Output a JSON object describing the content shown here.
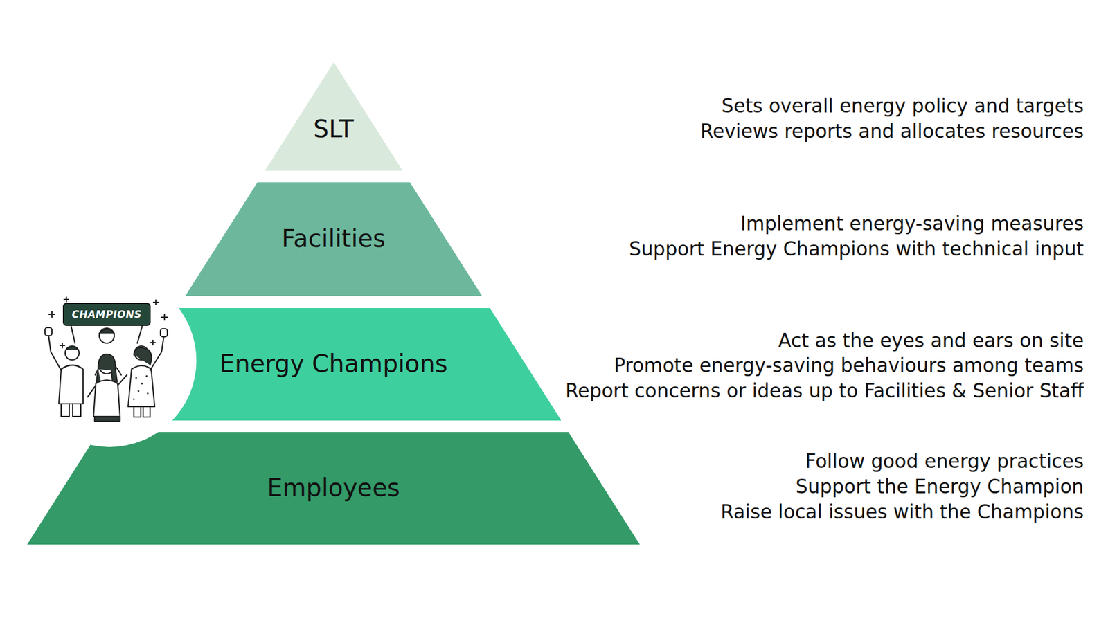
{
  "diagram": {
    "nodes": [
      {
        "text": [
          "SLT"
        ]
      },
      {
        "text": [
          "Facilities"
        ]
      },
      {
        "text": [
          "Energy Champions"
        ]
      },
      {
        "text": [
          "Employees"
        ]
      }
    ],
    "labels": [
      "CHAMPIONS",
      "Sets overall energy policy and targets",
      "Reviews reports and allocates resources",
      "Implement energy-saving measures",
      "Support Energy Champions with technical input",
      "Act as the eyes and ears on site",
      "Promote energy-saving behaviours among teams",
      "Report concerns or ideas up to Facilities & Senior Staff",
      "Follow good energy practices",
      "Support the Energy Champion",
      "Raise local issues with the Champions"
    ]
  }
}
